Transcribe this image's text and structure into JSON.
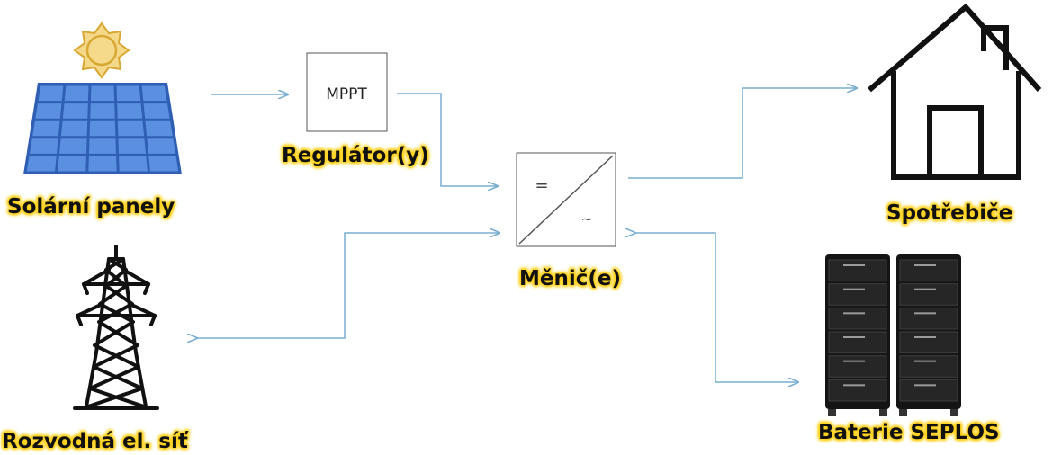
{
  "nodes": {
    "solar_panels": "Solární panely",
    "regulator": "Regulátor(y)",
    "mppt": "MPPT",
    "inverter": "Měnič(e)",
    "inverter_dc": "=",
    "inverter_ac": "~",
    "consumers": "Spotřebiče",
    "batteries": "Baterie SEPLOS",
    "grid": "Rozvodná el. síť"
  },
  "colors": {
    "arrow": "#7aaed0",
    "label_glow": "#ffd21f",
    "panel": "#4a7fd6",
    "sun": "#f5d98a"
  },
  "icons": [
    "sun-icon",
    "solar-panel-icon",
    "house-icon",
    "battery-rack-icon",
    "power-pylon-icon"
  ]
}
